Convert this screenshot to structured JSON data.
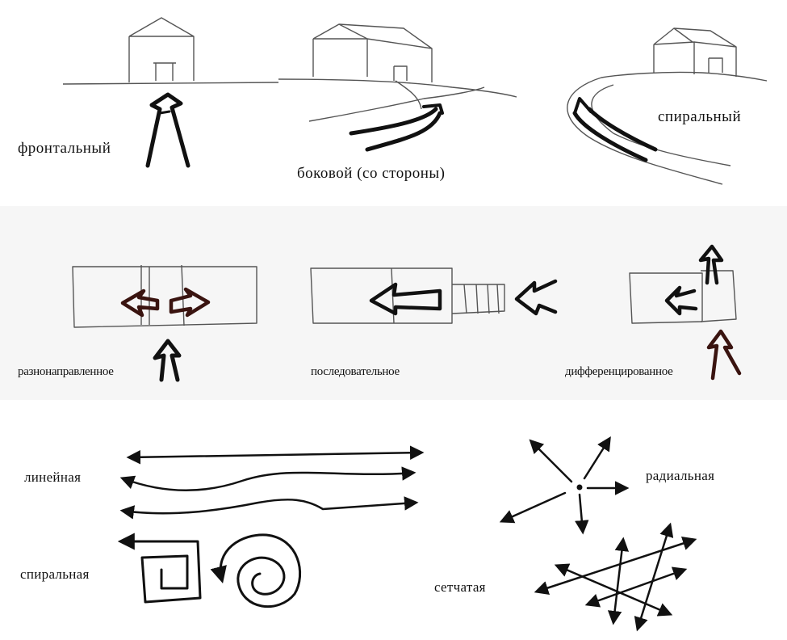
{
  "row1": {
    "frontal": "фронтальный",
    "lateral": "боковой (со стороны)",
    "spiral": "спиральный"
  },
  "row2": {
    "multi": "разнонаправленное",
    "sequential": "последовательное",
    "differentiated": "дифференцированное"
  },
  "row3": {
    "linear": "линейная",
    "radial": "радиальная",
    "spiral": "спиральная",
    "grid": "сетчатая"
  },
  "colors": {
    "ink": "#111111",
    "frame": "#555555",
    "band": "#f6f6f6",
    "ink_red": "#3a1410"
  }
}
